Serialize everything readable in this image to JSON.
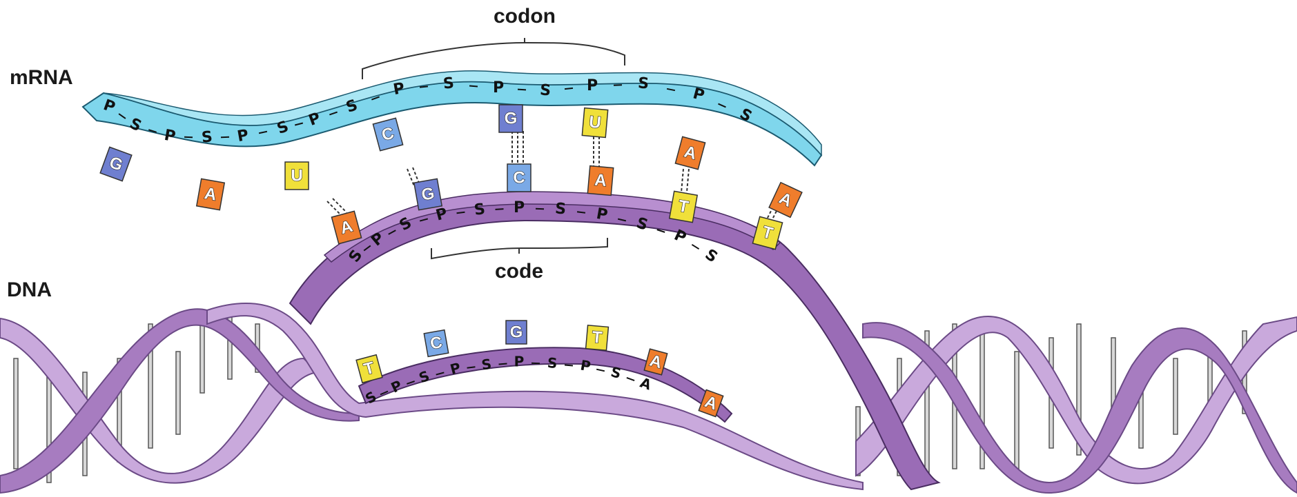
{
  "labels": {
    "mrna": "mRNA",
    "dna": "DNA",
    "codon": "codon",
    "code": "code"
  },
  "colors": {
    "mrna_backbone": "#7fd6ec",
    "dna_backbone": "#9a6cb6",
    "dna_backbone_light": "#c9a9dc",
    "base_G": "#6f7fd0",
    "base_C": "#7aa9e6",
    "base_A": "#ef7d2c",
    "base_U": "#f0e03a",
    "base_T": "#f0e03a"
  },
  "mrna_strand": {
    "backbone": [
      "P",
      "S",
      "P",
      "S",
      "P",
      "S",
      "P",
      "S",
      "P",
      "S",
      "P",
      "S",
      "P",
      "S",
      "P",
      "S"
    ],
    "bases": [
      "G",
      "A",
      "U",
      "C",
      "G",
      "U",
      "A",
      "A"
    ]
  },
  "dna_template_strand": {
    "backbone": [
      "S",
      "P",
      "S",
      "P",
      "S",
      "P",
      "S",
      "P",
      "S",
      "P",
      "S"
    ],
    "bases": [
      "A",
      "G",
      "C",
      "A",
      "T",
      "T"
    ]
  },
  "dna_coding_strand": {
    "backbone": [
      "S",
      "P",
      "S",
      "P",
      "S",
      "P",
      "S",
      "P",
      "S",
      "A"
    ],
    "bases": [
      "T",
      "C",
      "G",
      "T",
      "A",
      "A"
    ]
  }
}
